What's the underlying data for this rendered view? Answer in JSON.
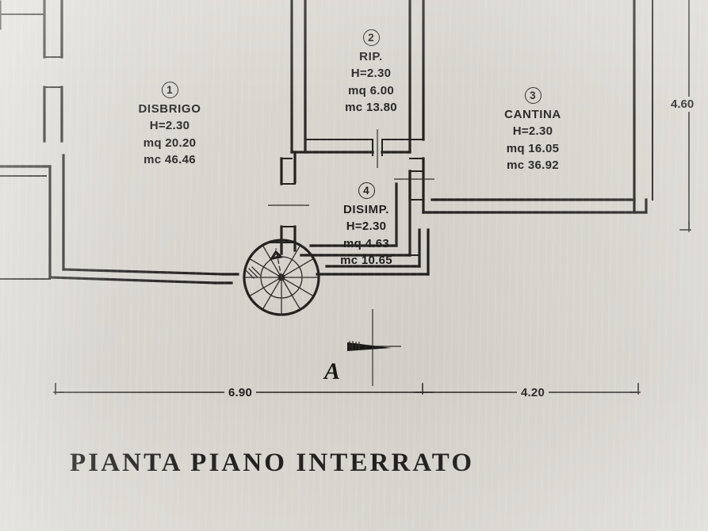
{
  "drawing": {
    "title": "PIANTA  PIANO  INTERRATO",
    "section_marker": "A",
    "paper_color": "#d9d6cf",
    "ink_color": "#1f1d19"
  },
  "rooms": [
    {
      "number": "1",
      "name": "DISBRIGO",
      "height": "H=2.30",
      "area": "mq  20.20",
      "volume": "mc  46.46"
    },
    {
      "number": "2",
      "name": "RIP.",
      "height": "H=2.30",
      "area": "mq  6.00",
      "volume": "mc  13.80"
    },
    {
      "number": "3",
      "name": "CANTINA",
      "height": "H=2.30",
      "area": "mq  16.05",
      "volume": "mc  36.92"
    },
    {
      "number": "4",
      "name": "DISIMP.",
      "height": "H=2.30",
      "area": "mq  4.63",
      "volume": "mc  10.65"
    }
  ],
  "dimensions": {
    "horizontal": [
      {
        "value": "6.90"
      },
      {
        "value": "4.20"
      }
    ],
    "vertical": [
      {
        "value": "4.60"
      }
    ]
  }
}
